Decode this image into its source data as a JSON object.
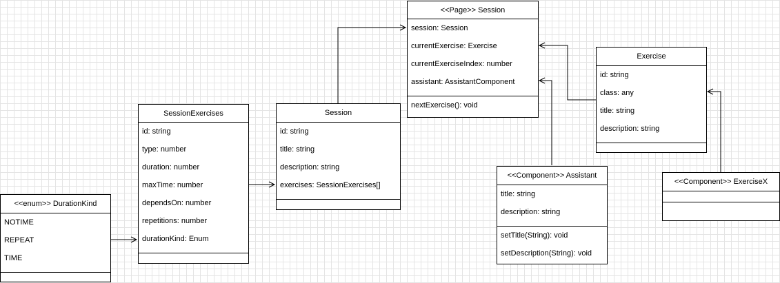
{
  "classes": {
    "page_session": {
      "title": "<<Page>> Session",
      "fields": [
        "session: Session",
        "currentExercise: Exercise",
        "currentExerciseIndex: number",
        "assistant: AssistantComponent"
      ],
      "methods": [
        "nextExercise(): void"
      ]
    },
    "exercise": {
      "title": "Exercise",
      "fields": [
        "id: string",
        "class: any",
        "title: string",
        "description: string"
      ]
    },
    "session_exercises": {
      "title": "SessionExercises",
      "fields": [
        "id: string",
        "type: number",
        "duration: number",
        "maxTime: number",
        "dependsOn: number",
        "repetitions: number",
        "durationKind: Enum"
      ]
    },
    "session": {
      "title": "Session",
      "fields": [
        "id: string",
        "title: string",
        "description: string",
        "exercises: SessionExercises[]"
      ]
    },
    "assistant": {
      "title": "<<Component>> Assistant",
      "fields": [
        "title: string",
        "description: string"
      ],
      "methods": [
        "setTitle(String): void",
        "setDescription(String): void"
      ]
    },
    "exercise_x": {
      "title": "<<Component>> ExerciseX"
    },
    "duration_kind": {
      "title": "<<enum>> DurationKind",
      "values": [
        "NOTIME",
        "REPEAT",
        "TIME"
      ]
    }
  }
}
